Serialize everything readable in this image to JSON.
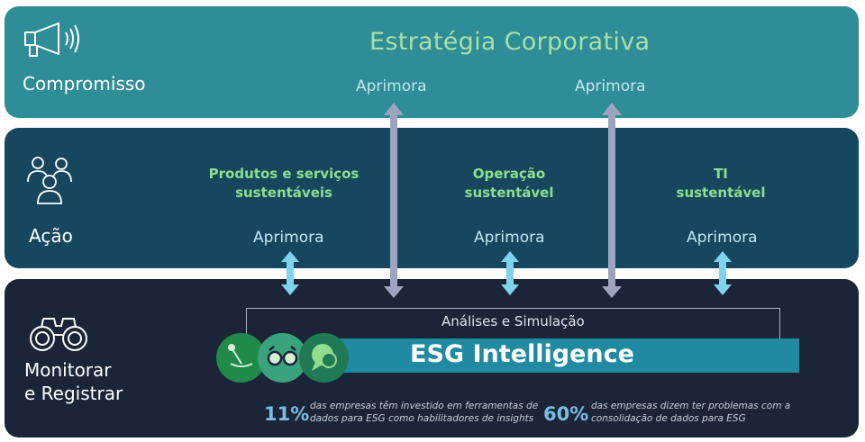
{
  "compromisso": {
    "label": "Compromisso",
    "title": "Estratégia Corporativa",
    "aprimora_left": "Aprimora",
    "aprimora_right": "Aprimora"
  },
  "acao": {
    "label": "Ação",
    "items": [
      {
        "title": "Produtos e serviços\nsustentáveis",
        "aprimora": "Aprimora"
      },
      {
        "title": "Operação\nsustentável",
        "aprimora": "Aprimora"
      },
      {
        "title": "TI\nsustentável",
        "aprimora": "Aprimora"
      }
    ]
  },
  "monitorar": {
    "label": "Monitorar\ne Registrar",
    "frame_label": "Análises e Simulação",
    "product": "ESG Intelligence",
    "stats": [
      {
        "value": "11%",
        "text": "das empresas têm investido em ferramentas de\ndados para ESG como habilitadores de insights"
      },
      {
        "value": "60%",
        "text": "das empresas dizem ter problemas com a\nconsolidação de dados para ESG"
      }
    ]
  },
  "colors": {
    "top_band": "#2f8d97",
    "mid_band": "#17465f",
    "bottom_band": "#1c2538",
    "title_green": "#a6e0a7",
    "category_green": "#8fde8c",
    "arrow_light_blue": "#7fd3ec",
    "arrow_grey": "#9ea4bd",
    "esg_bar": "#1f8aa1"
  },
  "icons": [
    "megaphone-icon",
    "people-icon",
    "binoculars-icon",
    "pin-icon",
    "goggles-icon",
    "chat-icon"
  ]
}
